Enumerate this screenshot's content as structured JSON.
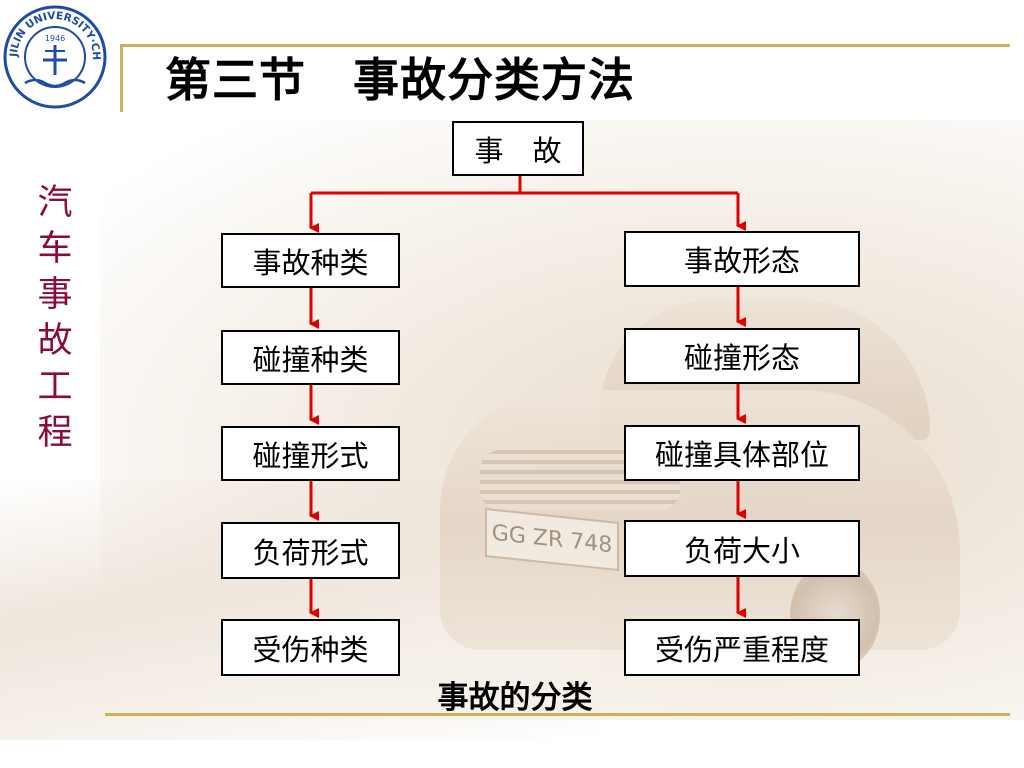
{
  "header": {
    "title": "第三节　事故分类方法",
    "logo_ring_text": "JILIN UNIVERSITY·CHINA",
    "logo_year": "1946"
  },
  "side_label": [
    "汽",
    "车",
    "事",
    "故",
    "工",
    "程"
  ],
  "diagram": {
    "root": "事　故",
    "left_chain": [
      "事故种类",
      "碰撞种类",
      "碰撞形式",
      "负荷形式",
      "受伤种类"
    ],
    "right_chain": [
      "事故形态",
      "碰撞形态",
      "碰撞具体部位",
      "负荷大小",
      "受伤严重程度"
    ],
    "caption": "事故的分类"
  },
  "background": {
    "plate_text": "GG ZR 748"
  },
  "colors": {
    "arrow": "#e00000",
    "accent_rule": "#c9b45a",
    "side_label": "#8b0a3c",
    "logo": "#1f4aa8"
  }
}
